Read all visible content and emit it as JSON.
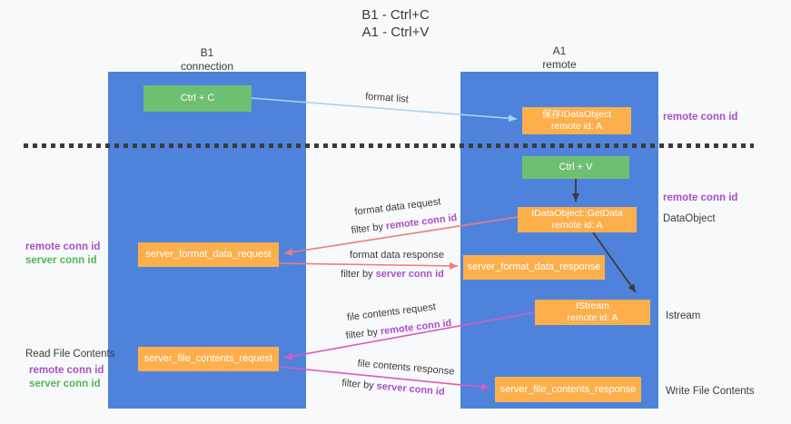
{
  "title": {
    "line1": "B1 - Ctrl+C",
    "line2": "A1 - Ctrl+V"
  },
  "lanes": {
    "left": {
      "name": "B1",
      "role": "connection"
    },
    "right": {
      "name": "A1",
      "role": "remote"
    }
  },
  "nodes": {
    "ctrl_c": {
      "label": "Ctrl + C"
    },
    "save_idataobject": {
      "line1": "保存IDataObject",
      "line2": "remote id: A"
    },
    "ctrl_v": {
      "label": "Ctrl + V"
    },
    "idataobject_getdata": {
      "line1": "IDataObject::GetData",
      "line2": "remote id: A"
    },
    "server_format_data_request": {
      "label": "server_format_data_request"
    },
    "server_format_data_response": {
      "label": "server_format_data_response"
    },
    "istream": {
      "line1": "IStream",
      "line2": "remote id: A"
    },
    "server_file_contents_request": {
      "label": "server_file_contents_request"
    },
    "server_file_contents_response": {
      "label": "server_file_contents_response"
    }
  },
  "arrow_labels": {
    "format_list": "format list",
    "format_data_request": "format data request",
    "format_data_response": "format data response",
    "file_contents_request": "file contents request",
    "file_contents_response": "file contents response",
    "filter_by": "filter by "
  },
  "side_labels": {
    "remote_conn_id": "remote conn id",
    "server_conn_id": "server conn id",
    "dataobject": "DataObject",
    "istream": "Istream",
    "read_file_contents": "Read File Contents",
    "write_file_contents": "Write File Contents"
  },
  "colors": {
    "lane_blue": "#4F83DB",
    "node_orange": "#FCAF4B",
    "node_green": "#6FBF73",
    "accent_purple": "#A94FC6",
    "accent_green": "#53B558",
    "arrow_salmon": "#ED7C7C",
    "arrow_magenta": "#D55CBE",
    "arrow_lightblue": "#A9D2F2",
    "arrow_black": "#3B3B3B"
  }
}
